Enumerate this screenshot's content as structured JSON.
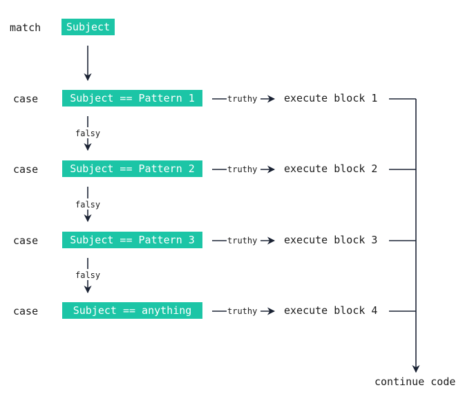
{
  "match": {
    "keyword": "match",
    "subject": "Subject"
  },
  "cases": [
    {
      "keyword": "case",
      "condition": "Subject == Pattern 1",
      "edge": "truthy",
      "action": "execute block 1",
      "falsy": "falsy"
    },
    {
      "keyword": "case",
      "condition": "Subject == Pattern 2",
      "edge": "truthy",
      "action": "execute block 2",
      "falsy": "falsy"
    },
    {
      "keyword": "case",
      "condition": "Subject == Pattern 3",
      "edge": "truthy",
      "action": "execute block 3",
      "falsy": "falsy"
    },
    {
      "keyword": "case",
      "condition": "Subject == anything",
      "edge": "truthy",
      "action": "execute block 4"
    }
  ],
  "end": {
    "label": "continue code"
  },
  "colors": {
    "box": "#1cc5a6",
    "line": "#1a2233",
    "text": "#1a1a1a"
  }
}
